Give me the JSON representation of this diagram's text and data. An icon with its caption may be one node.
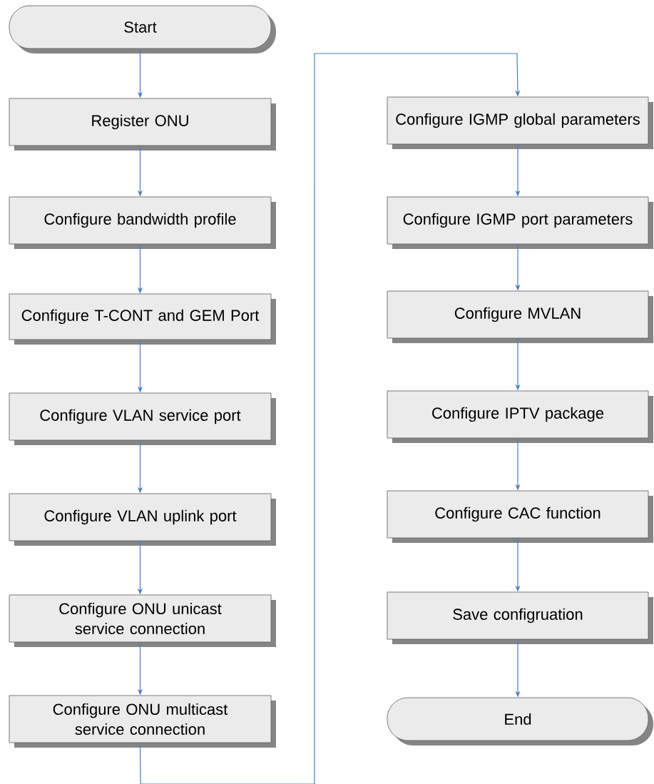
{
  "diagram": {
    "nodes": [
      {
        "text": [
          "Start"
        ]
      },
      {
        "text": [
          "Register ONU"
        ]
      },
      {
        "text": [
          "Configure bandwidth profile"
        ]
      },
      {
        "text": [
          "Configure T-CONT and GEM Port"
        ]
      },
      {
        "text": [
          "Configure VLAN service port"
        ]
      },
      {
        "text": [
          "Configure VLAN uplink port"
        ]
      },
      {
        "text": [
          "Configure ONU unicast service connection"
        ]
      },
      {
        "text": [
          "Configure ONU multicast service connection"
        ]
      },
      {
        "text": [
          "Configure IGMP global parameters"
        ]
      },
      {
        "text": [
          "Configure IGMP port parameters"
        ]
      },
      {
        "text": [
          "Configure MVLAN"
        ]
      },
      {
        "text": [
          "Configure IPTV package"
        ]
      },
      {
        "text": [
          "Configure CAC function"
        ]
      },
      {
        "text": [
          "Save configruation"
        ]
      },
      {
        "text": [
          "End"
        ]
      }
    ],
    "edges": [
      {
        "from": 0,
        "to": 1,
        "arrow": "to"
      },
      {
        "from": 1,
        "to": 2,
        "arrow": "to"
      },
      {
        "from": 2,
        "to": 3,
        "arrow": "to"
      },
      {
        "from": 3,
        "to": 4,
        "arrow": "to"
      },
      {
        "from": 4,
        "to": 5,
        "arrow": "to"
      },
      {
        "from": 5,
        "to": 6,
        "arrow": "to"
      },
      {
        "from": 6,
        "to": 7,
        "arrow": "to"
      },
      {
        "from": 7,
        "to": 8,
        "arrow": "to"
      },
      {
        "from": 8,
        "to": 9,
        "arrow": "to"
      },
      {
        "from": 9,
        "to": 10,
        "arrow": "to"
      },
      {
        "from": 10,
        "to": 11,
        "arrow": "to"
      },
      {
        "from": 11,
        "to": 12,
        "arrow": "to"
      },
      {
        "from": 12,
        "to": 13,
        "arrow": "to"
      },
      {
        "from": 13,
        "to": 14,
        "arrow": "to"
      }
    ]
  }
}
